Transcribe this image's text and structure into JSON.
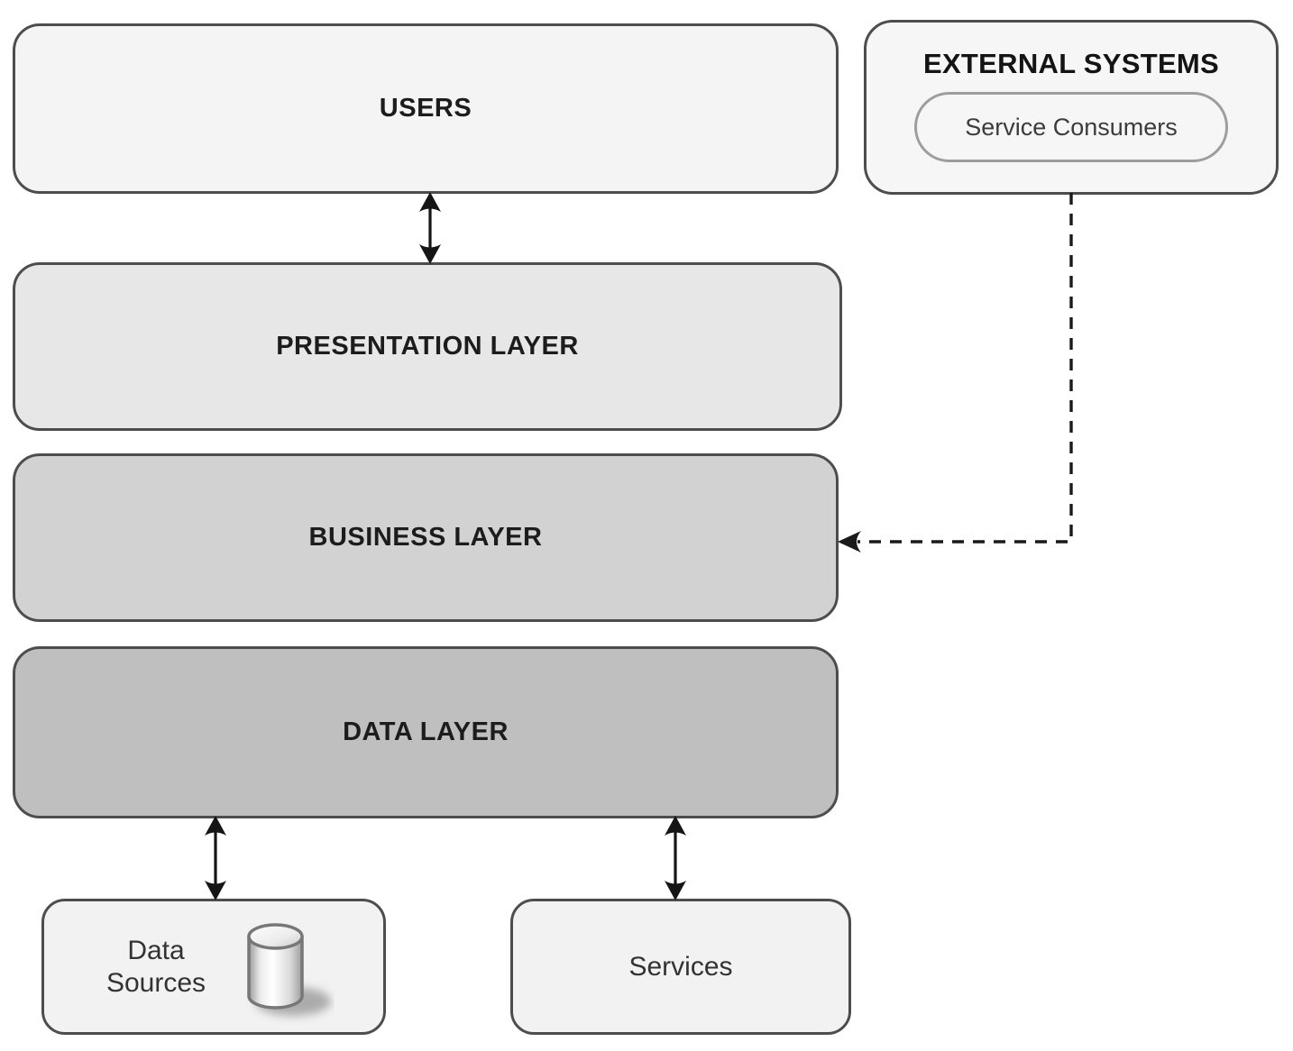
{
  "colors": {
    "border": "#4d4d4d",
    "arrow": "#151515",
    "users_fill": "#f4f4f4",
    "external_fill": "#f6f6f6",
    "presentation_fill": "#e7e7e7",
    "business_fill": "#d2d2d2",
    "data_fill": "#bfbfbf",
    "data_sources_fill": "#f2f2f2",
    "services_fill": "#f2f2f2"
  },
  "boxes": {
    "users": {
      "label": "USERS"
    },
    "external_systems": {
      "title": "EXTERNAL SYSTEMS",
      "consumer": "Service Consumers"
    },
    "presentation": {
      "label": "PRESENTATION LAYER"
    },
    "business": {
      "label": "BUSINESS LAYER"
    },
    "data": {
      "label": "DATA LAYER"
    },
    "data_sources": {
      "label": "Data Sources",
      "icon": "database-cylinder-icon"
    },
    "services": {
      "label": "Services"
    }
  },
  "connectors": [
    {
      "id": "users-presentation",
      "type": "double-headed-solid",
      "from": "USERS",
      "to": "PRESENTATION LAYER"
    },
    {
      "id": "external-business",
      "type": "dashed-single-arrow",
      "from": "EXTERNAL SYSTEMS",
      "to": "BUSINESS LAYER"
    },
    {
      "id": "data-datasources",
      "type": "double-headed-solid",
      "from": "DATA LAYER",
      "to": "Data Sources"
    },
    {
      "id": "data-services",
      "type": "double-headed-solid",
      "from": "DATA LAYER",
      "to": "Services"
    }
  ]
}
